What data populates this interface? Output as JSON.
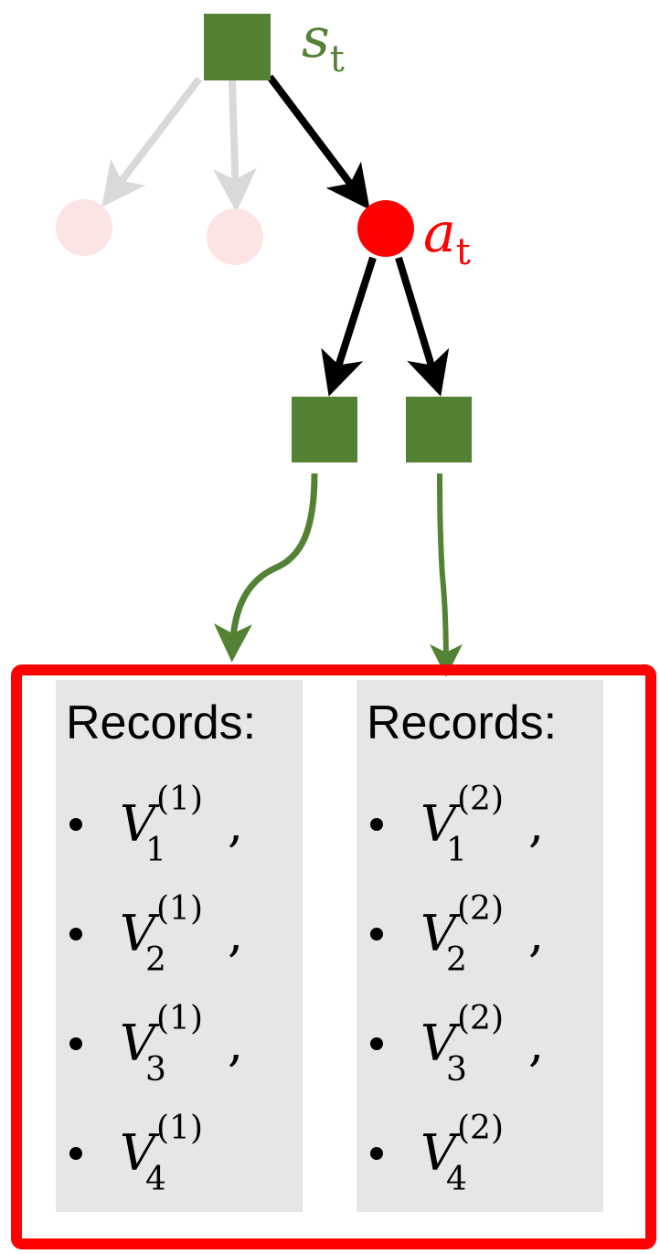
{
  "diagram": {
    "title": "Tree expansion from state to action with child records",
    "colors": {
      "state_node": "#548235",
      "action_node": "#ff0000",
      "faded_action_node": "#fde4e4",
      "faded_edge": "#d9d9d9",
      "active_edge": "#000000",
      "record_arrow": "#548235",
      "records_border": "#ff0000",
      "records_panel": "#e6e6e6"
    },
    "root": {
      "label_main": "s",
      "label_sub": "t"
    },
    "action": {
      "label_main": "a",
      "label_sub": "t"
    },
    "faded_actions": [
      {
        "name": "unselected-action-1"
      },
      {
        "name": "unselected-action-2"
      }
    ],
    "children": [
      {
        "name": "child-state-1"
      },
      {
        "name": "child-state-2"
      }
    ],
    "records": [
      {
        "title": "Records:",
        "items": [
          {
            "main": "V",
            "sub": "1",
            "sup": "(1)",
            "trail": ","
          },
          {
            "main": "V",
            "sub": "2",
            "sup": "(1)",
            "trail": ","
          },
          {
            "main": "V",
            "sub": "3",
            "sup": "(1)",
            "trail": ","
          },
          {
            "main": "V",
            "sub": "4",
            "sup": "(1)",
            "trail": ""
          }
        ]
      },
      {
        "title": "Records:",
        "items": [
          {
            "main": "V",
            "sub": "1",
            "sup": "(2)",
            "trail": ","
          },
          {
            "main": "V",
            "sub": "2",
            "sup": "(2)",
            "trail": ","
          },
          {
            "main": "V",
            "sub": "3",
            "sup": "(2)",
            "trail": ","
          },
          {
            "main": "V",
            "sub": "4",
            "sup": "(2)",
            "trail": ""
          }
        ]
      }
    ]
  }
}
